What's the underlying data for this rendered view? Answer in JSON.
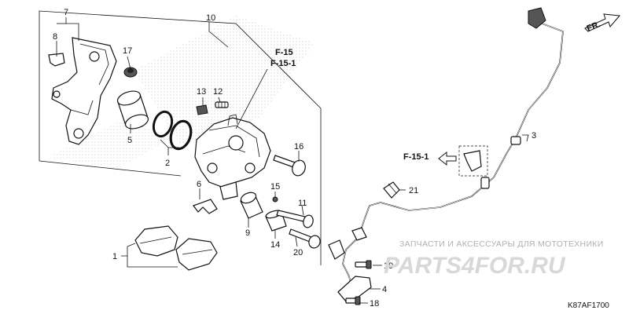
{
  "diagram": {
    "callouts": {
      "c1": "1",
      "c2": "2",
      "c3": "3",
      "c4": "4",
      "c5": "5",
      "c6": "6",
      "c7": "7",
      "c8": "8",
      "c9": "9",
      "c10": "10",
      "c11": "11",
      "c12": "12",
      "c13": "13",
      "c14": "14",
      "c15": "15",
      "c16": "16",
      "c17": "17",
      "c18": "18",
      "c19": "19",
      "c20": "20",
      "c21": "21"
    },
    "ref_f15": "F-15",
    "ref_f151_caliper": "F-15-1",
    "ref_f151_hose": "F-15-1",
    "direction": "FR.",
    "watermark_text": "ЗАПЧАСТИ И АКСЕССУАРЫ ДЛЯ МОТОТЕХНИКИ",
    "watermark_logo": "PARTS4FOR.RU",
    "diagram_code": "K87AF1700"
  }
}
